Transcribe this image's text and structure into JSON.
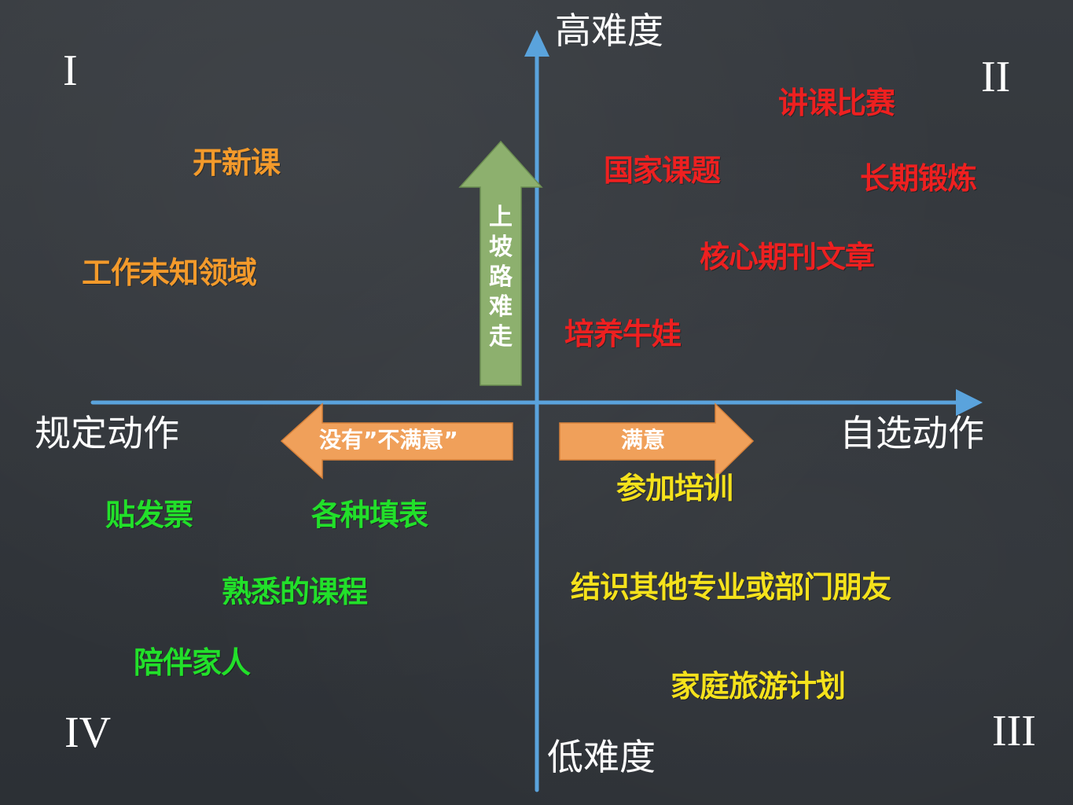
{
  "axes": {
    "top": "高难度",
    "bottom": "低难度",
    "left": "规定动作",
    "right": "自选动作",
    "color": "#5aa3dc"
  },
  "quadrants": {
    "q1": "I",
    "q2": "II",
    "q3": "III",
    "q4": "IV"
  },
  "arrows": {
    "up": {
      "chars": [
        "上",
        "坡",
        "路",
        "难",
        "走"
      ],
      "color": "#8db06e"
    },
    "left": {
      "label": "没有”不满意”",
      "color": "#f0a05a"
    },
    "right": {
      "label": "满意",
      "color": "#f0a05a"
    }
  },
  "items": {
    "q1": [
      "开新课",
      "工作未知领域"
    ],
    "q2": [
      "讲课比赛",
      "国家课题",
      "长期锻炼",
      "核心期刊文章",
      "培养牛娃"
    ],
    "q3": [
      "参加培训",
      "结识其他专业或部门朋友",
      "家庭旅游计划"
    ],
    "q4": [
      "贴发票",
      "各种填表",
      "熟悉的课程",
      "陪伴家人"
    ]
  },
  "colors": {
    "q1_items": "#f39a2b",
    "q2_items": "#ee2020",
    "q3_items": "#f5e21c",
    "q4_items": "#22e02a"
  }
}
